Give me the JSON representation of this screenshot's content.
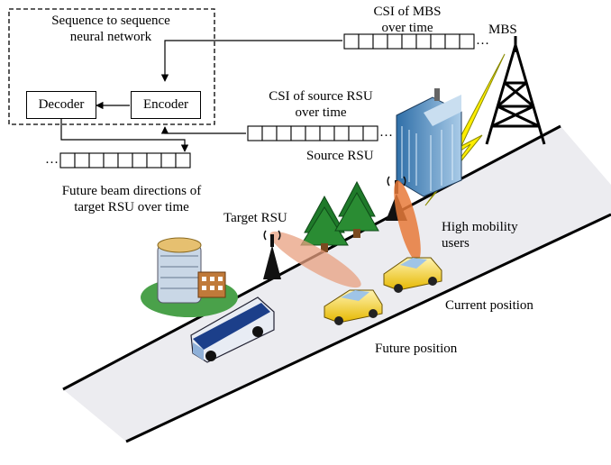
{
  "diagram": {
    "nn_title": [
      "Sequence to sequence",
      "neural network"
    ],
    "decoder_label": "Decoder",
    "encoder_label": "Encoder",
    "csi_mbs": [
      "CSI of MBS",
      "over time"
    ],
    "csi_source": [
      "CSI of source RSU",
      "over time"
    ],
    "mbs_label": "MBS",
    "source_rsu_label": "Source RSU",
    "target_rsu_label": "Target RSU",
    "future_beam": [
      "Future beam directions  of",
      "target RSU over time"
    ],
    "high_mobility": [
      "High mobility",
      "users"
    ],
    "current_position": "Current position",
    "future_position": "Future position",
    "ellipsis": "…"
  }
}
